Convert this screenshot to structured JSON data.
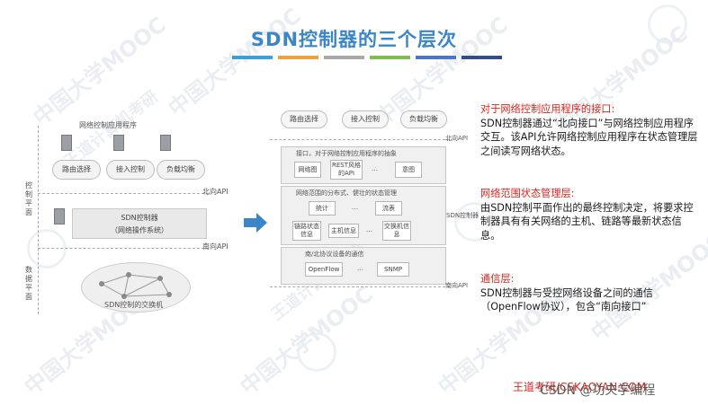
{
  "title": "SDN控制器的三个层次",
  "colorbar": [
    "#3aa0d8",
    "#f0a13a",
    "#a9a9a9",
    "#7dbf4a",
    "#4a78c9",
    "#2f4f86"
  ],
  "watermarks": [
    "中国大学MOOC",
    "王道计算机考研"
  ],
  "left_diagram": {
    "header": "网络控制应用程序",
    "apps": [
      "路由选择",
      "接入控制",
      "负载均衡"
    ],
    "layer_control": "控制平面",
    "layer_data": "数据平面",
    "northbound": "北向API",
    "southbound": "南向API",
    "controller_line1": "SDN控制器",
    "controller_line2": "（网络操作系统）",
    "switches": "SDN控制的交换机"
  },
  "right_diagram": {
    "apps": [
      "路由选择",
      "接入控制",
      "负载均衡"
    ],
    "northbound": "北向API",
    "southbound": "南向API",
    "controller": "SDN控制器",
    "interface_caption": "接口，对于网络控制应用程序的抽象",
    "interface_cells": [
      "网络图",
      "REST风格的API",
      "…",
      "意图"
    ],
    "state_caption": "网络范围的分布式、健壮的状态管理",
    "state_cells": [
      "统计",
      "…",
      "流表",
      "链路状态信息",
      "主机信息",
      "…",
      "交换机信息"
    ],
    "comm_caption": "南/北协议设备的通信",
    "comm_cells": [
      "OpenFlow",
      "…",
      "SNMP"
    ]
  },
  "notes": [
    {
      "heading": "对于网络控制应用程序的接口:",
      "body": "SDN控制器通过“北向接口”与网络控制应用程序交互。该API允许网络控制应用程序在状态管理层之间读写网络状态。"
    },
    {
      "heading": "网络范围状态管理层:",
      "body": "由SDN控制平面作出的最终控制决定，将要求控制器具有有关网络的主机、链路等最新状态信息。"
    },
    {
      "heading": "通信层:",
      "body": "SDN控制器与受控网络设备之间的通信（OpenFlow协议），包含“南向接口”"
    }
  ],
  "footer": {
    "site": "王道考研/CSKAOYAN.COM",
    "csdn": "CSDN @功夫学编程"
  }
}
